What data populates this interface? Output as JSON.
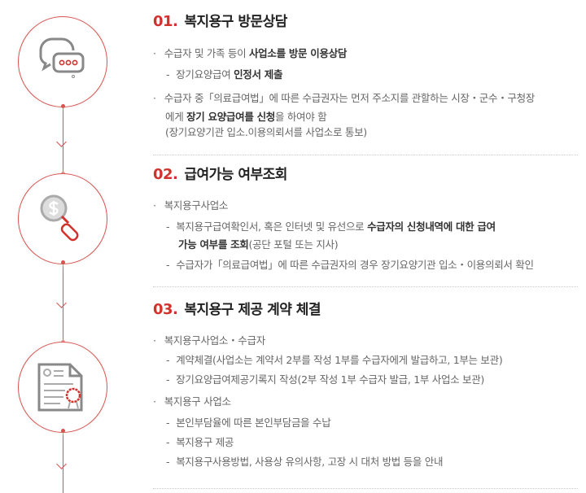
{
  "steps": [
    {
      "number": "01.",
      "title": "복지용구 방문상담",
      "icon": "chat-bubbles-icon",
      "lines": [
        {
          "kind": "bullet",
          "segments": [
            {
              "t": "수급자 및 가족 등이 ",
              "b": false
            },
            {
              "t": "사업소를 방문 이용상담",
              "b": true
            }
          ]
        },
        {
          "kind": "dash",
          "segments": [
            {
              "t": "장기요양급여 ",
              "b": false
            },
            {
              "t": "인정서 제출",
              "b": true
            }
          ]
        },
        {
          "kind": "bullet",
          "segments": [
            {
              "t": "수급자 중「의료급여법」에 따른 수급권자는 먼저 주소지를 관할하는 시장・군수・구청장",
              "b": false
            }
          ]
        },
        {
          "kind": "cont",
          "segments": [
            {
              "t": "에게 ",
              "b": false
            },
            {
              "t": "장기 요양급여를 신청",
              "b": true
            },
            {
              "t": "을 하여야 함",
              "b": false
            }
          ]
        },
        {
          "kind": "cont",
          "segments": [
            {
              "t": "(장기요양기관 입소.이용의뢰서를 사업소로 통보)",
              "b": false
            }
          ]
        }
      ]
    },
    {
      "number": "02.",
      "title": "급여가능 여부조회",
      "icon": "dollar-magnifier-icon",
      "lines": [
        {
          "kind": "bullet",
          "segments": [
            {
              "t": "복지용구사업소",
              "b": false
            }
          ]
        },
        {
          "kind": "dash",
          "segments": [
            {
              "t": "복지용구급여확인서, 혹은 인터넷 및 유선으로 ",
              "b": false
            },
            {
              "t": "수급자의 신청내역에 대한 급여",
              "b": true
            }
          ]
        },
        {
          "kind": "dashcont",
          "segments": [
            {
              "t": "가능 여부를 조회",
              "b": true
            },
            {
              "t": "(공단 포털 또는 지사)",
              "b": false
            }
          ]
        },
        {
          "kind": "dash",
          "segments": [
            {
              "t": "수급자가「의료급여법」에 따른 수급권자의 경우 장기요양기관 입소・이용의뢰서 확인",
              "b": false
            }
          ]
        }
      ]
    },
    {
      "number": "03.",
      "title": "복지용구 제공 계약 체결",
      "icon": "certificate-icon",
      "lines": [
        {
          "kind": "bullet",
          "segments": [
            {
              "t": "복지용구사업소・수급자",
              "b": false
            }
          ]
        },
        {
          "kind": "dash",
          "segments": [
            {
              "t": "계약체결(사업소는 계약서 2부를 작성 1부를 수급자에게 발급하고, 1부는 보관)",
              "b": false
            }
          ]
        },
        {
          "kind": "dash",
          "segments": [
            {
              "t": "장기요양급여제공기록지 작성(2부 작성 1부 수급자 발급, 1부 사업소 보관)",
              "b": false
            }
          ]
        },
        {
          "kind": "bullet",
          "segments": [
            {
              "t": "복지용구 사업소",
              "b": false
            }
          ]
        },
        {
          "kind": "dash",
          "segments": [
            {
              "t": "본인부담율에 따른 본인부담금을 수납",
              "b": false
            }
          ]
        },
        {
          "kind": "dash",
          "segments": [
            {
              "t": "복지용구 제공",
              "b": false
            }
          ]
        },
        {
          "kind": "dash",
          "segments": [
            {
              "t": "복지용구사용방법, 사용상 유의사항, 고장 시 대처 방법 등을 안내",
              "b": false
            }
          ]
        }
      ]
    }
  ],
  "symbols": {
    "bullet": "·",
    "dash": "-"
  },
  "colors": {
    "accent": "#d2322d",
    "text": "#666666",
    "bold": "#333333"
  }
}
